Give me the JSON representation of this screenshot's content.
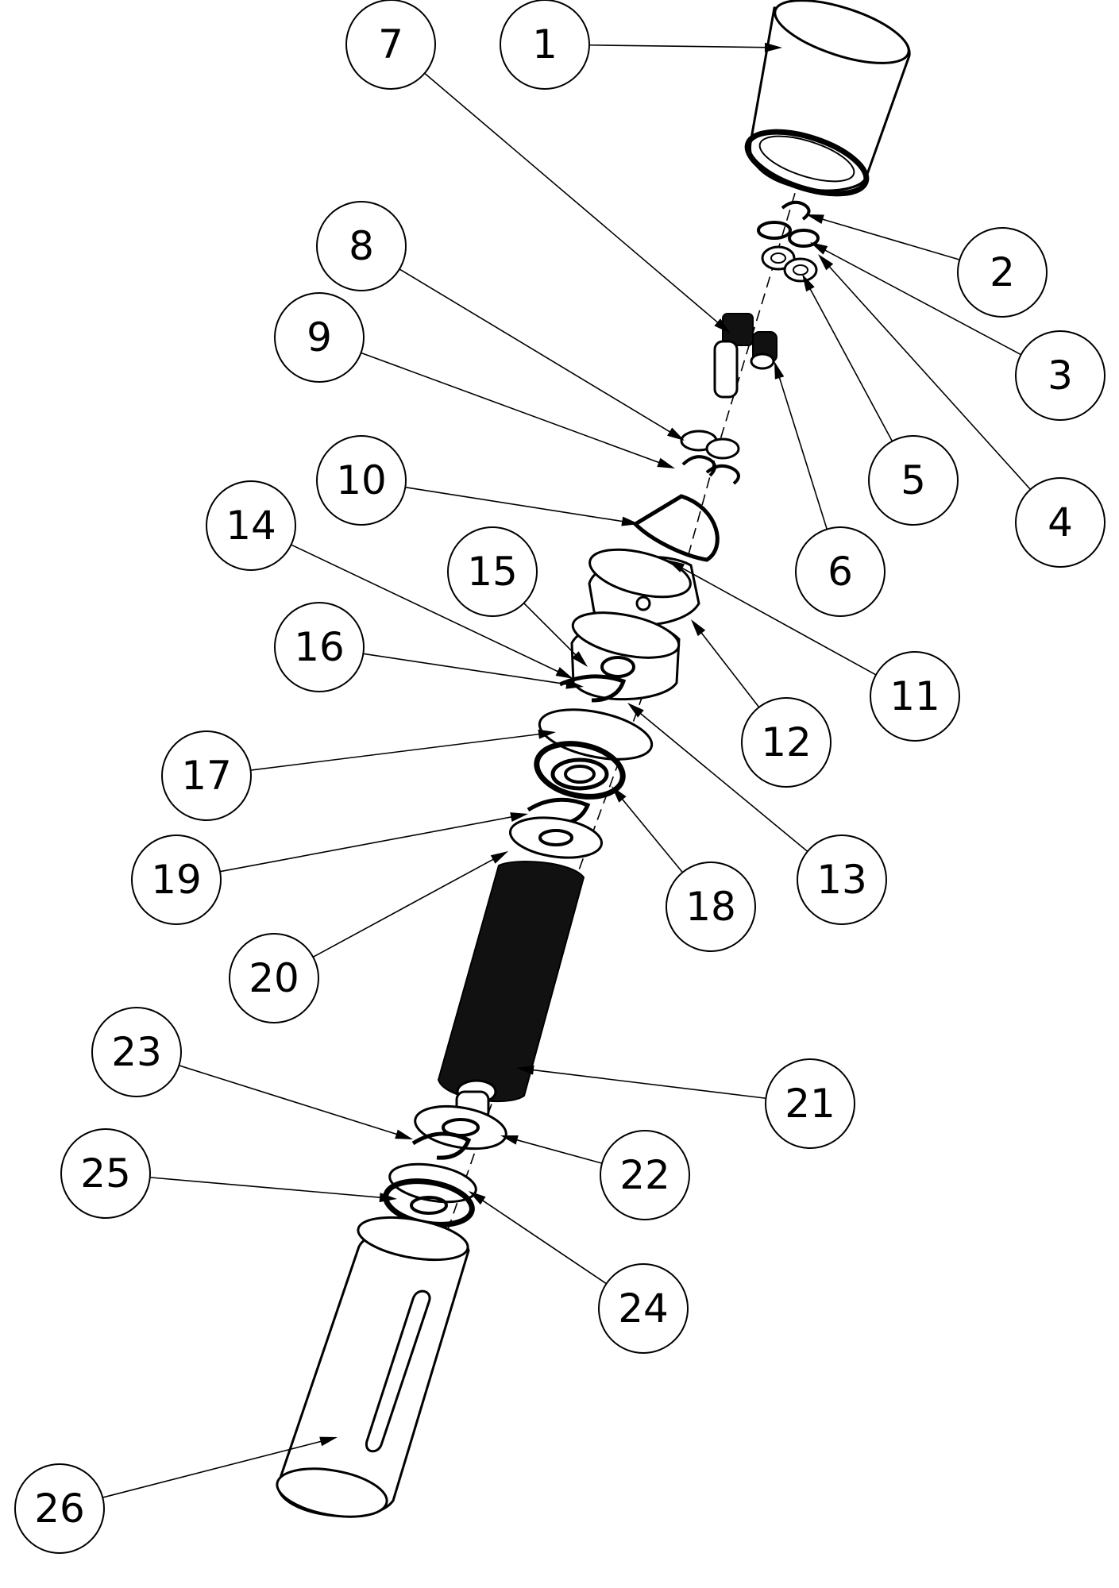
{
  "diagram": {
    "callouts": [
      {
        "id": "1",
        "label": "1"
      },
      {
        "id": "2",
        "label": "2"
      },
      {
        "id": "3",
        "label": "3"
      },
      {
        "id": "4",
        "label": "4"
      },
      {
        "id": "5",
        "label": "5"
      },
      {
        "id": "6",
        "label": "6"
      },
      {
        "id": "7",
        "label": "7"
      },
      {
        "id": "8",
        "label": "8"
      },
      {
        "id": "9",
        "label": "9"
      },
      {
        "id": "10",
        "label": "10"
      },
      {
        "id": "11",
        "label": "11"
      },
      {
        "id": "12",
        "label": "12"
      },
      {
        "id": "13",
        "label": "13"
      },
      {
        "id": "14",
        "label": "14"
      },
      {
        "id": "15",
        "label": "15"
      },
      {
        "id": "16",
        "label": "16"
      },
      {
        "id": "17",
        "label": "17"
      },
      {
        "id": "18",
        "label": "18"
      },
      {
        "id": "19",
        "label": "19"
      },
      {
        "id": "20",
        "label": "20"
      },
      {
        "id": "21",
        "label": "21"
      },
      {
        "id": "22",
        "label": "22"
      },
      {
        "id": "23",
        "label": "23"
      },
      {
        "id": "24",
        "label": "24"
      },
      {
        "id": "25",
        "label": "25"
      },
      {
        "id": "26",
        "label": "26"
      }
    ],
    "colors": {
      "ink": "#000000",
      "paper": "#ffffff"
    }
  }
}
